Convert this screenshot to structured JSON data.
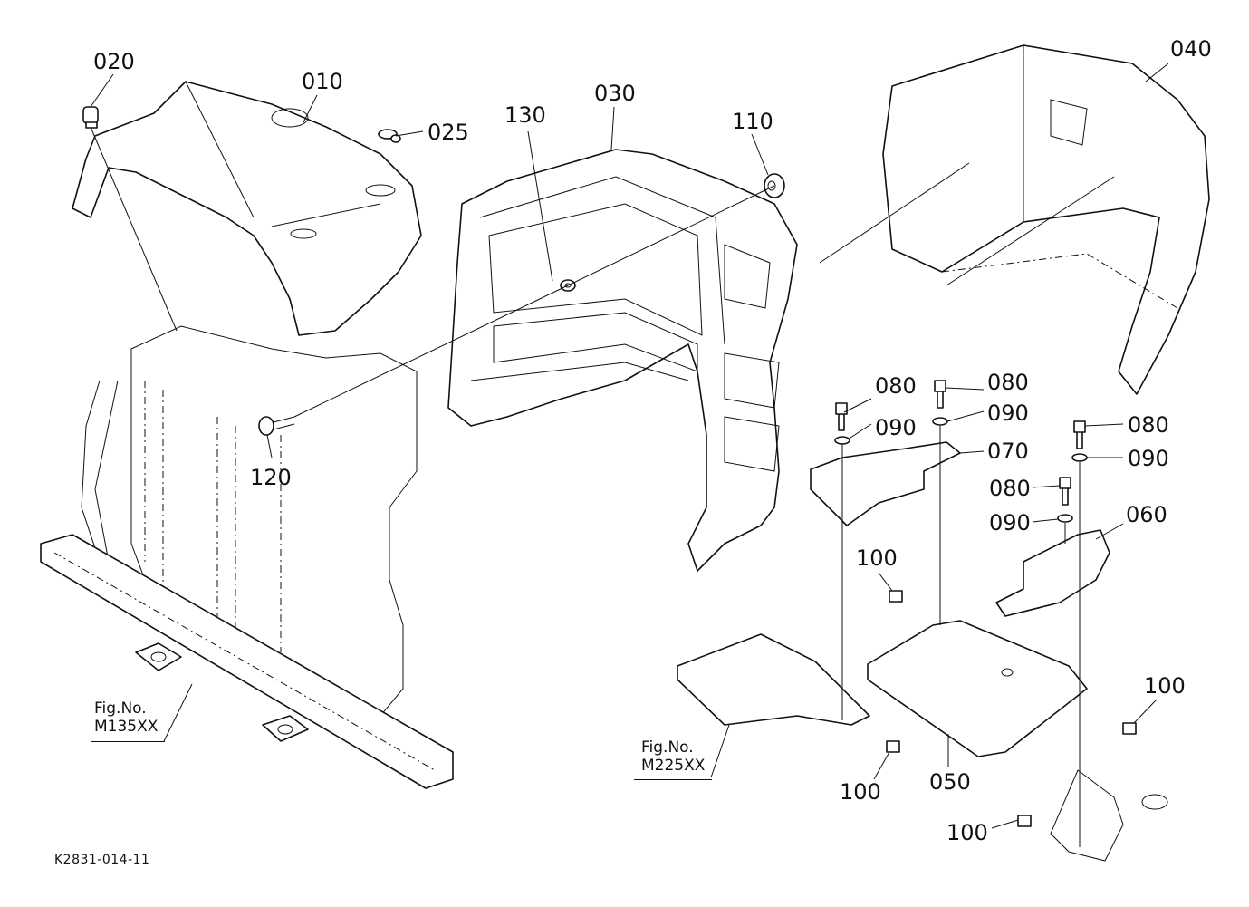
{
  "diagram": {
    "title_code": "K2831-014-11",
    "callouts": [
      {
        "id": "c020",
        "label": "020"
      },
      {
        "id": "c010",
        "label": "010"
      },
      {
        "id": "c025",
        "label": "025"
      },
      {
        "id": "c130",
        "label": "130"
      },
      {
        "id": "c030",
        "label": "030"
      },
      {
        "id": "c110",
        "label": "110"
      },
      {
        "id": "c040",
        "label": "040"
      },
      {
        "id": "c120",
        "label": "120"
      },
      {
        "id": "c080a",
        "label": "080"
      },
      {
        "id": "c090a",
        "label": "090"
      },
      {
        "id": "c080b",
        "label": "080"
      },
      {
        "id": "c090b",
        "label": "090"
      },
      {
        "id": "c070",
        "label": "070"
      },
      {
        "id": "c080c",
        "label": "080"
      },
      {
        "id": "c090c",
        "label": "090"
      },
      {
        "id": "c080d",
        "label": "080"
      },
      {
        "id": "c090d",
        "label": "090"
      },
      {
        "id": "c060",
        "label": "060"
      },
      {
        "id": "c100a",
        "label": "100"
      },
      {
        "id": "c100b",
        "label": "100"
      },
      {
        "id": "c100c",
        "label": "100"
      },
      {
        "id": "c050",
        "label": "050"
      },
      {
        "id": "c100d",
        "label": "100"
      }
    ],
    "figure_refs": [
      {
        "line1": "Fig.No.",
        "line2": "M135XX"
      },
      {
        "line1": "Fig.No.",
        "line2": "M225XX"
      }
    ]
  }
}
